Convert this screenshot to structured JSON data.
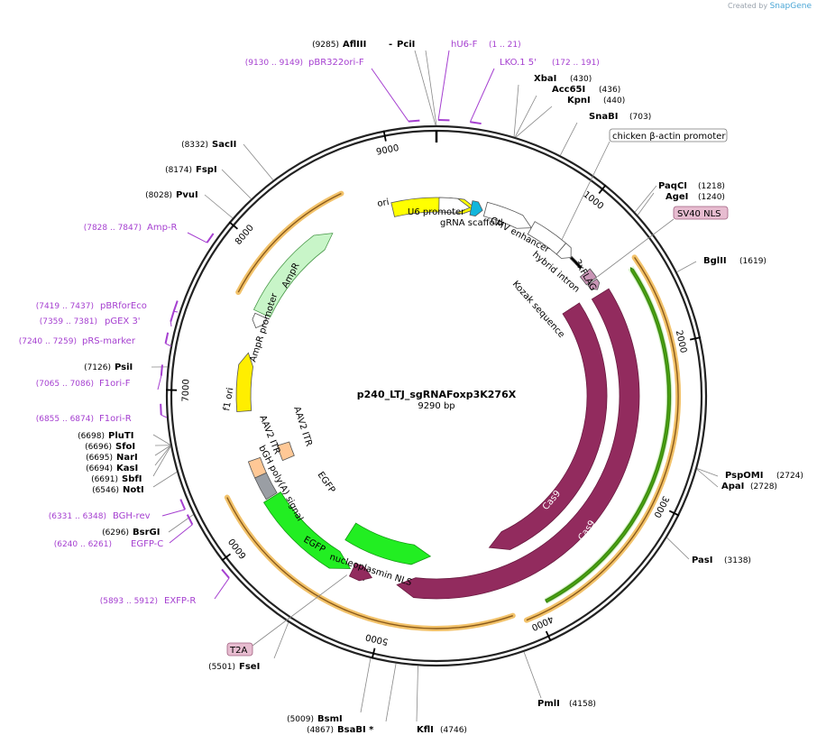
{
  "credit": {
    "prefix": "Created by",
    "brand": "SnapGene"
  },
  "plasmid": {
    "name": "p240_LTJ_sgRNAFoxp3K276X",
    "size_label": "9290 bp",
    "length": 9290
  },
  "ticks": [
    "1000",
    "2000",
    "3000",
    "4000",
    "5000",
    "6000",
    "7000",
    "8000",
    "9000"
  ],
  "enzymes": [
    {
      "name": "AflIII",
      "pos": "(9285)"
    },
    {
      "name": "PciI",
      "pos": ""
    },
    {
      "name": "XbaI",
      "pos": "(430)"
    },
    {
      "name": "Acc65I",
      "pos": "(436)"
    },
    {
      "name": "KpnI",
      "pos": "(440)"
    },
    {
      "name": "SnaBI",
      "pos": "(703)"
    },
    {
      "name": "PaqCI",
      "pos": "(1218)"
    },
    {
      "name": "AgeI",
      "pos": "(1240)"
    },
    {
      "name": "BglII",
      "pos": "(1619)"
    },
    {
      "name": "PspOMI",
      "pos": "(2724)"
    },
    {
      "name": "ApaI",
      "pos": "(2728)"
    },
    {
      "name": "PasI",
      "pos": "(3138)"
    },
    {
      "name": "PmlI",
      "pos": "(4158)"
    },
    {
      "name": "KflI",
      "pos": "(4746)"
    },
    {
      "name": "BsaBI *",
      "pos": "(4867)"
    },
    {
      "name": "BsmI",
      "pos": "(5009)"
    },
    {
      "name": "FseI",
      "pos": "(5501)"
    },
    {
      "name": "BsrGI",
      "pos": "(6296)"
    },
    {
      "name": "NotI",
      "pos": "(6546)"
    },
    {
      "name": "SbfI",
      "pos": "(6691)"
    },
    {
      "name": "KasI",
      "pos": "(6694)"
    },
    {
      "name": "NarI",
      "pos": "(6695)"
    },
    {
      "name": "SfoI",
      "pos": "(6696)"
    },
    {
      "name": "PluTI",
      "pos": "(6698)"
    },
    {
      "name": "PsiI",
      "pos": "(7126)"
    },
    {
      "name": "PvuI",
      "pos": "(8028)"
    },
    {
      "name": "FspI",
      "pos": "(8174)"
    },
    {
      "name": "SacII",
      "pos": "(8332)"
    }
  ],
  "primers": [
    {
      "name": "hU6-F",
      "pos": "(1 .. 21)"
    },
    {
      "name": "LKO.1 5'",
      "pos": "(172 .. 191)"
    },
    {
      "name": "pBR322ori-F",
      "pos": "(9130 .. 9149)"
    },
    {
      "name": "Amp-R",
      "pos": "(7828 .. 7847)"
    },
    {
      "name": "pBRforEco",
      "pos": "(7419 .. 7437)"
    },
    {
      "name": "pGEX 3'",
      "pos": "(7359 .. 7381)"
    },
    {
      "name": "pRS-marker",
      "pos": "(7240 .. 7259)"
    },
    {
      "name": "F1ori-F",
      "pos": "(7065 .. 7086)"
    },
    {
      "name": "F1ori-R",
      "pos": "(6855 .. 6874)"
    },
    {
      "name": "BGH-rev",
      "pos": "(6331 .. 6348)"
    },
    {
      "name": "EGFP-C",
      "pos": "(6240 .. 6261)"
    },
    {
      "name": "EXFP-R",
      "pos": "(5893 .. 5912)"
    }
  ],
  "boxed_labels": [
    "chicken β-actin promoter",
    "SV40 NLS",
    "T2A"
  ],
  "features": {
    "ori": "ori",
    "u6": "U6 promoter",
    "grna": "gRNA scaffold",
    "cmv": "CMV enhancer",
    "intron": "hybrid intron",
    "flag": "3xFLAG",
    "kozak": "Kozak sequence",
    "cas9_inner": "Cas9",
    "cas9_outer": "Cas9",
    "ampr": "AmpR",
    "ampr_prom": "AmpR promoter",
    "f1ori": "f1 ori",
    "itr1": "AAV2 ITR",
    "itr2": "AAV2 ITR",
    "bgh": "bGH poly(A) signal",
    "egfp1": "EGFP",
    "egfp2": "EGFP",
    "nls": "nucleoplasmin NLS"
  },
  "colors": {
    "cas9": "#922b5e",
    "egfp": "#22ee22",
    "ori": "#ffff00",
    "ampr": "#c8f5c8",
    "f1ori": "#ffee00",
    "itr": "#ffc896",
    "bgh": "#9a9ea4",
    "grna": "#13b6dc",
    "orf_halo": "#f2c26a",
    "primer": "#a53fd0"
  }
}
